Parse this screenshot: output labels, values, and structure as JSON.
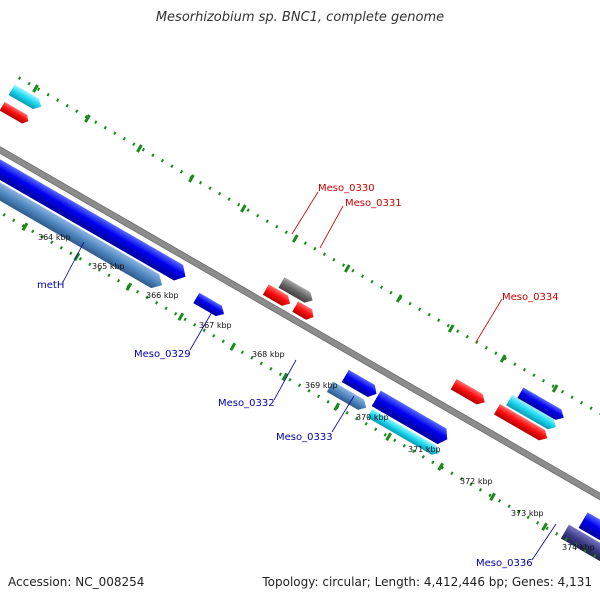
{
  "title": "Mesorhizobium sp. BNC1, complete genome",
  "footer": {
    "accession": "Accession: NC_008254",
    "summary": "Topology: circular; Length: 4,412,446 bp; Genes: 4,131"
  },
  "colors": {
    "forward_gene": "#0000ee",
    "forward_gene_light": "#4aa0ff",
    "red_gene": "#ff1010",
    "cyan_gene": "#18d8f0",
    "steel_gene": "#4f86c0",
    "gray_gene": "#666666",
    "navy_gene": "#3c3c88",
    "backbone": "#8c8c8c",
    "tick": "#1a8a1a",
    "label_red": "#cc0000",
    "label_blue": "#0000aa"
  },
  "kbp_labels": [
    "364 kbp",
    "365 kbp",
    "366 kbp",
    "367 kbp",
    "368 kbp",
    "369 kbp",
    "370 kbp",
    "371 kbp",
    "372 kbp",
    "373 kbp",
    "374 kbp"
  ],
  "gene_labels": {
    "meso_0330": "Meso_0330",
    "meso_0331": "Meso_0331",
    "meso_0334": "Meso_0334",
    "meth": "metH",
    "meso_0329": "Meso_0329",
    "meso_0332": "Meso_0332",
    "meso_0333": "Meso_0333",
    "meso_0336": "Meso_0336"
  }
}
